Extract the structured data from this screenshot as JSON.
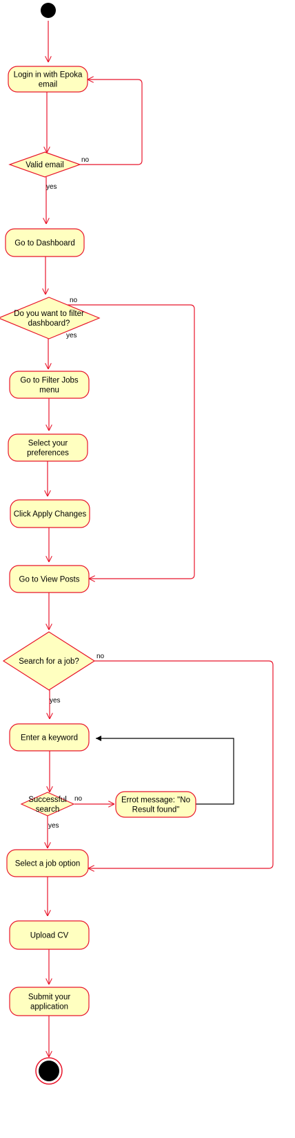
{
  "colors": {
    "stroke": "#e8142a",
    "fill": "#ffffc0",
    "feedback_line": "#000000",
    "terminal": "#000000"
  },
  "nodes": {
    "login": [
      "Login in with Epoka",
      "email"
    ],
    "valid_email": [
      "Valid email"
    ],
    "dashboard": [
      "Go to Dashboard"
    ],
    "filter_question": [
      "Do you want to filter",
      "dashboard?"
    ],
    "filter_menu": [
      "Go to Filter Jobs",
      "menu"
    ],
    "preferences": [
      "Select your",
      "preferences"
    ],
    "apply_changes": [
      "Click Apply Changes"
    ],
    "view_posts": [
      "Go to View Posts"
    ],
    "search_question": [
      "Search for a job?"
    ],
    "keyword": [
      "Enter a keyword"
    ],
    "successful_search": [
      "Successful",
      "search"
    ],
    "error_message": [
      "Errot message: \"No",
      "Result found\""
    ],
    "select_job": [
      "Select a job option"
    ],
    "upload_cv": [
      "Upload CV"
    ],
    "submit": [
      "Submit your",
      "application"
    ]
  },
  "edge_labels": {
    "valid_no": "no",
    "valid_yes": "yes",
    "filter_no": "no",
    "filter_yes": "yes",
    "search_no": "no",
    "search_yes": "yes",
    "success_no": "no",
    "success_yes": "yes"
  }
}
